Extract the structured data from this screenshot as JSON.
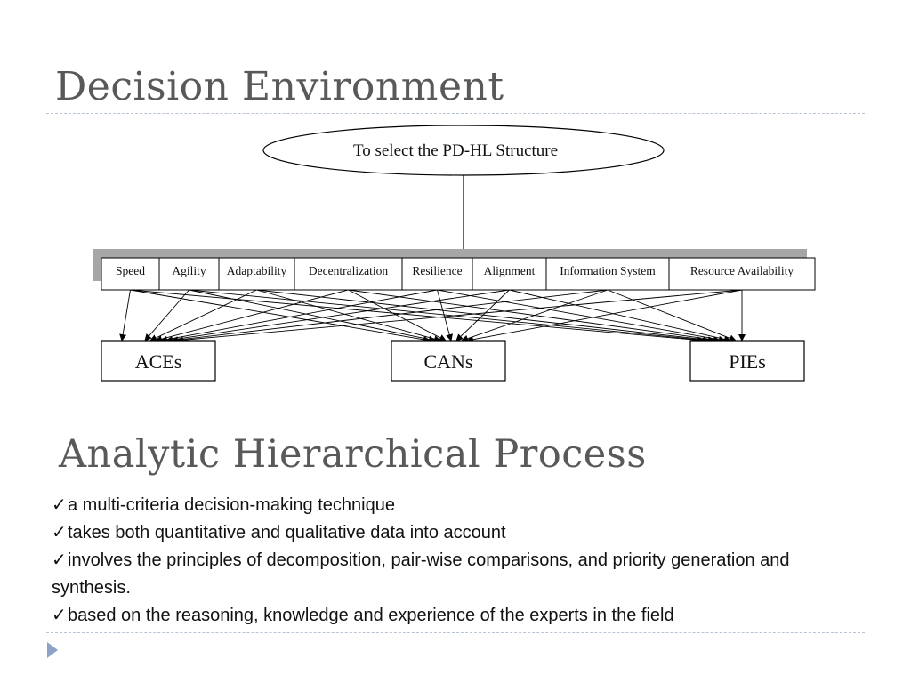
{
  "slide": {
    "title": "Decision Environment",
    "section_title": "Analytic Hierarchical Process"
  },
  "diagram": {
    "goal": "To select the PD-HL Structure",
    "criteria": [
      "Speed",
      "Agility",
      "Adaptability",
      "Decentralization",
      "Resilience",
      "Alignment",
      "Information System",
      "Resource Availability"
    ],
    "alternatives": [
      "ACEs",
      "CANs",
      "PIEs"
    ],
    "line_color": "#000000",
    "shadow_color": "#a6a6a6"
  },
  "bullets": [
    {
      "check": "✓",
      "text": "a multi-criteria decision-making technique"
    },
    {
      "check": "✓",
      "text": "takes both quantitative and qualitative data into account"
    },
    {
      "check": "✓",
      "text": "involves the principles of decomposition, pair-wise comparisons, and priority generation and synthesis."
    },
    {
      "check": "✓",
      "text": "based on the reasoning, knowledge and experience of the experts in the field"
    }
  ],
  "colors": {
    "title": "#595959",
    "rule": "#b9c4d2",
    "nav_arrow": "#8ea2c8"
  },
  "nav": {
    "icon": "triangle-right-icon"
  }
}
